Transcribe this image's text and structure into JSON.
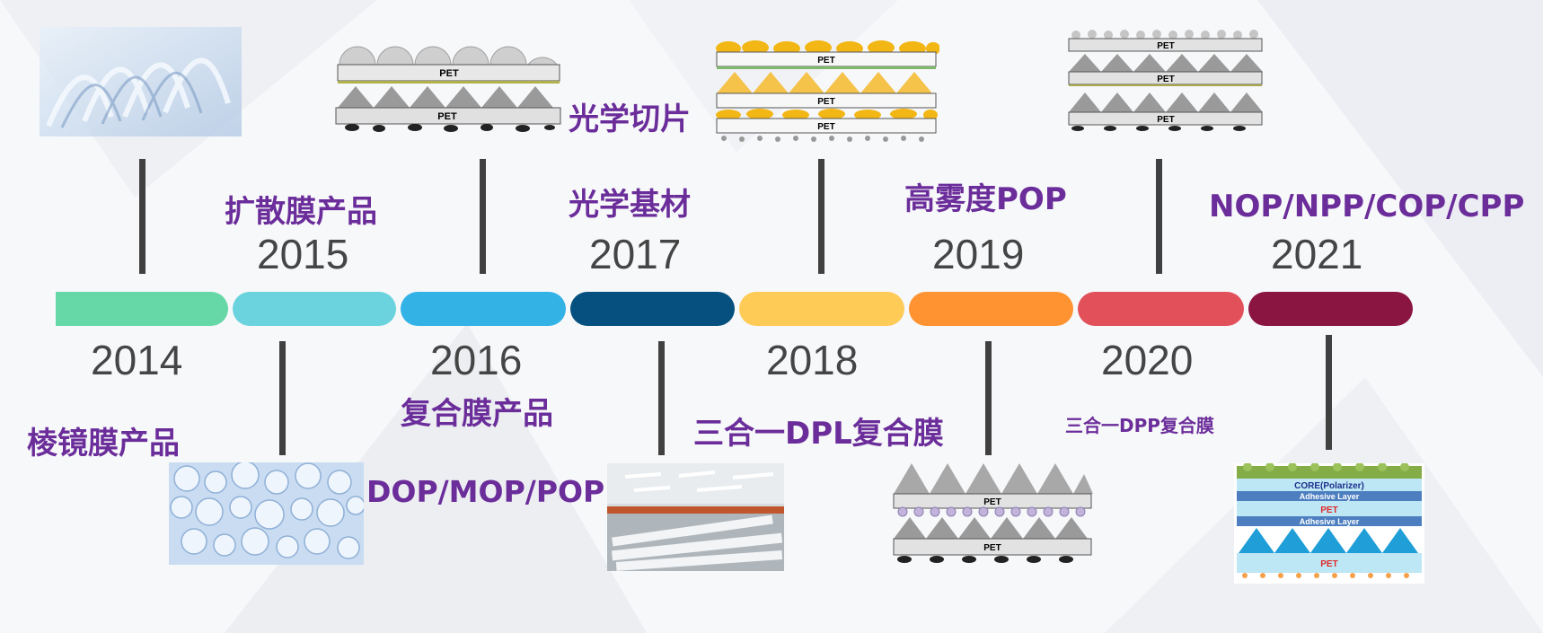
{
  "timeline": {
    "segment_colors": [
      "#66d8a8",
      "#6ad3dd",
      "#33b2e6",
      "#05507e",
      "#ffcb57",
      "#ff9331",
      "#e2515a",
      "#8a1540"
    ],
    "events": [
      {
        "year": "2014",
        "product": "棱镜膜产品"
      },
      {
        "year": "2015",
        "product": "扩散膜产品"
      },
      {
        "year": "2016",
        "product": "复合膜产品",
        "sub": "DOP/MOP/POP"
      },
      {
        "year": "2017",
        "product": "光学基材",
        "sub": "光学切片"
      },
      {
        "year": "2018",
        "product": "三合一DPL复合膜"
      },
      {
        "year": "2019",
        "product": "高雾度POP"
      },
      {
        "year": "2020",
        "product": "三合一DPP复合膜"
      },
      {
        "year": "2021",
        "product": "NOP/NPP/COP/CPP"
      }
    ]
  },
  "diagram_labels": {
    "pet": "PET",
    "core": "CORE(Polarizer)",
    "adhesive": "Adhesive Layer"
  }
}
